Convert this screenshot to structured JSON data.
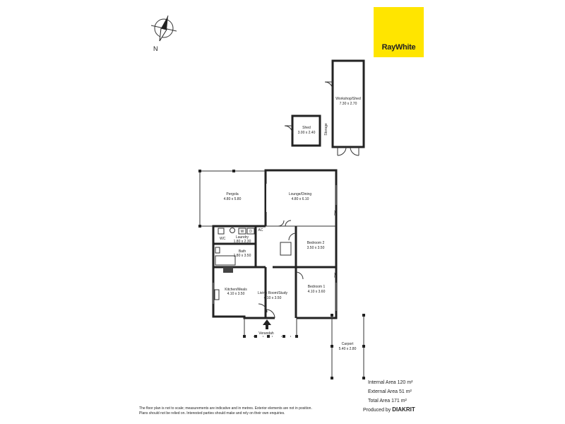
{
  "brand": {
    "name": "RayWhite",
    "color": "#ffe500"
  },
  "compass": {
    "label": "N"
  },
  "rooms": {
    "workshop": {
      "name": "Workshop/Shed",
      "dims": "7.30 x 2.70"
    },
    "shed": {
      "name": "Shed",
      "dims": "3.00 x 2.40"
    },
    "storage": {
      "name": "Storage"
    },
    "pergola": {
      "name": "Pergola",
      "dims": "4.80 x 5.80"
    },
    "lounge": {
      "name": "Lounge/Dining",
      "dims": "4.80 x 6.10"
    },
    "wc": {
      "name": "WC"
    },
    "laundry": {
      "name": "Laundry",
      "dims": "1.80 x 2.30"
    },
    "bath": {
      "name": "Bath",
      "dims": "1.80 x 3.50"
    },
    "bedroom2": {
      "name": "Bedroom 2",
      "dims": "3.50 x 3.50"
    },
    "kitchen": {
      "name": "Kitchen/Meals",
      "dims": "4.10 x 3.50"
    },
    "living": {
      "name": "Living Room/Study",
      "dims": "4.10 x 3.50"
    },
    "bedroom1": {
      "name": "Bedroom 1",
      "dims": "4.10 x 3.60"
    },
    "verandah": {
      "name": "Verandah"
    },
    "carport": {
      "name": "Carport",
      "dims": "5.40 x 2.80"
    }
  },
  "fixtures": {
    "ac": "AC",
    "washer": "W",
    "dryer": "D"
  },
  "areas": {
    "internal": "Internal Area 120 m²",
    "external": "External Area 51 m²",
    "total": "Total Area 171 m²"
  },
  "producer": {
    "prefix": "Produced by",
    "name": "DIAKRIT"
  },
  "disclaimer": {
    "line1": "The floor plan is not to scale; measurements are indicative and in metres. Exterior elements are not in position.",
    "line2": "Plans should not be relied on. Interested parties should make and rely on their own enquiries."
  }
}
